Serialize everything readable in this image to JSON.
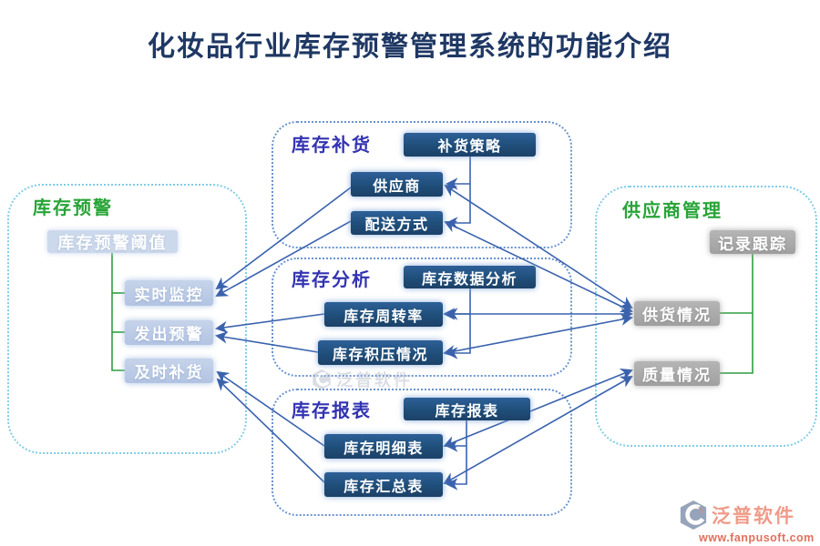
{
  "page_title": "化妆品行业库存预警管理系统的功能介绍",
  "colors": {
    "title": "#1f3864",
    "green_title": "#27a437",
    "blue_title": "#3333b3",
    "dark_node": "#1f4e79",
    "light_node": "#b6c7e4",
    "gray_node": "#a8a8a8",
    "blue_line": "#3a62ad",
    "green_line": "#2f9e41"
  },
  "diagram": {
    "warning": {
      "title": "库存预警",
      "threshold": "库存预警阈值",
      "monitor": "实时监控",
      "alert": "发出预警",
      "replenish": "及时补货"
    },
    "replenishment": {
      "title": "库存补货",
      "strategy": "补货策略",
      "supplier": "供应商",
      "delivery": "配送方式"
    },
    "analysis": {
      "title": "库存分析",
      "data_analysis": "库存数据分析",
      "turnover": "库存周转率",
      "overstock": "库存积压情况"
    },
    "report": {
      "title": "库存报表",
      "report_node": "库存报表",
      "detail": "库存明细表",
      "summary": "库存汇总表"
    },
    "supplier_mgmt": {
      "title": "供应商管理",
      "tracking": "记录跟踪",
      "supply_status": "供货情况",
      "quality_status": "质量情况"
    }
  },
  "edges": [
    {
      "from": "库存预警阈值",
      "to": "实时监控",
      "style": "green-elbow"
    },
    {
      "from": "库存预警阈值",
      "to": "发出预警",
      "style": "green-elbow"
    },
    {
      "from": "库存预警阈值",
      "to": "及时补货",
      "style": "green-elbow"
    },
    {
      "from": "记录跟踪",
      "to": "供货情况",
      "style": "green-elbow"
    },
    {
      "from": "记录跟踪",
      "to": "质量情况",
      "style": "green-elbow"
    },
    {
      "from": "补货策略",
      "to": "供应商",
      "style": "blue-elbow-arrow"
    },
    {
      "from": "补货策略",
      "to": "配送方式",
      "style": "blue-elbow-arrow"
    },
    {
      "from": "库存数据分析",
      "to": "库存周转率",
      "style": "blue-elbow-arrow"
    },
    {
      "from": "库存数据分析",
      "to": "库存积压情况",
      "style": "blue-elbow-arrow"
    },
    {
      "from": "库存报表",
      "to": "库存明细表",
      "style": "blue-elbow-arrow"
    },
    {
      "from": "库存报表",
      "to": "库存汇总表",
      "style": "blue-elbow-arrow"
    },
    {
      "from": "供应商",
      "to": "实时监控",
      "style": "arrow"
    },
    {
      "from": "配送方式",
      "to": "实时监控",
      "style": "arrow"
    },
    {
      "from": "库存周转率",
      "to": "发出预警",
      "style": "arrow"
    },
    {
      "from": "库存积压情况",
      "to": "发出预警",
      "style": "arrow"
    },
    {
      "from": "库存明细表",
      "to": "及时补货",
      "style": "arrow"
    },
    {
      "from": "库存汇总表",
      "to": "及时补货",
      "style": "arrow"
    },
    {
      "from": "供应商",
      "to": "供货情况",
      "style": "double-arrow"
    },
    {
      "from": "配送方式",
      "to": "供货情况",
      "style": "double-arrow"
    },
    {
      "from": "库存周转率",
      "to": "供货情况",
      "style": "double-arrow"
    },
    {
      "from": "库存积压情况",
      "to": "供货情况",
      "style": "double-arrow"
    },
    {
      "from": "库存明细表",
      "to": "质量情况",
      "style": "double-arrow"
    },
    {
      "from": "库存汇总表",
      "to": "质量情况",
      "style": "double-arrow"
    }
  ],
  "watermark_center": {
    "brand": "泛普软件"
  },
  "watermark_footer": {
    "brand": "泛普软件",
    "url": "www.fanpusoft.com"
  }
}
